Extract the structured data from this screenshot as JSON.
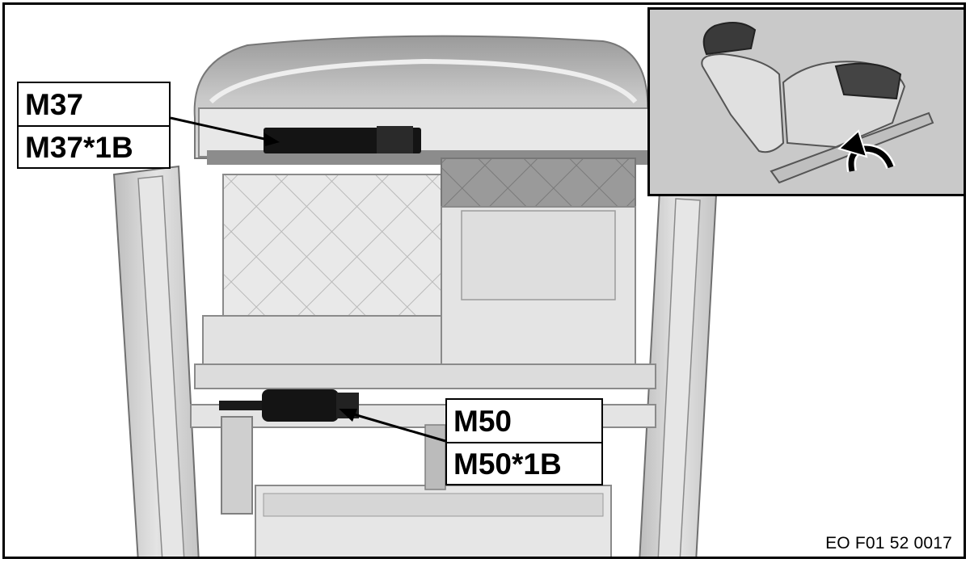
{
  "labels": {
    "upper": {
      "line1": "M37",
      "line2": "M37*1B"
    },
    "lower": {
      "line1": "M50",
      "line2": "M50*1B"
    }
  },
  "reference_code": "EO F01 52 0017",
  "colors": {
    "line": "#000000",
    "frame_gray": "#d7d7d7",
    "inset_background": "#c9c9c9",
    "motor": "#141414"
  }
}
